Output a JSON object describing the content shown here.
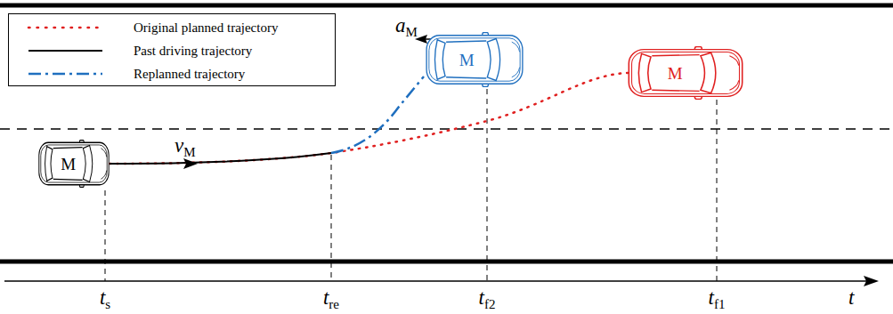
{
  "diagram": {
    "nodes": [
      {
        "text": [
          "M"
        ]
      },
      {
        "text": [
          "M"
        ]
      },
      {
        "text": [
          "M"
        ]
      }
    ],
    "labels": [
      "v",
      "M",
      "a",
      "M",
      "t",
      "s",
      "t",
      "re",
      "t",
      "f2",
      "t",
      "f1",
      "t"
    ],
    "legend": [
      {
        "text": "Original planned trajectory"
      },
      {
        "text": "Past driving trajectory"
      },
      {
        "text": "Replanned trajectory"
      }
    ]
  }
}
